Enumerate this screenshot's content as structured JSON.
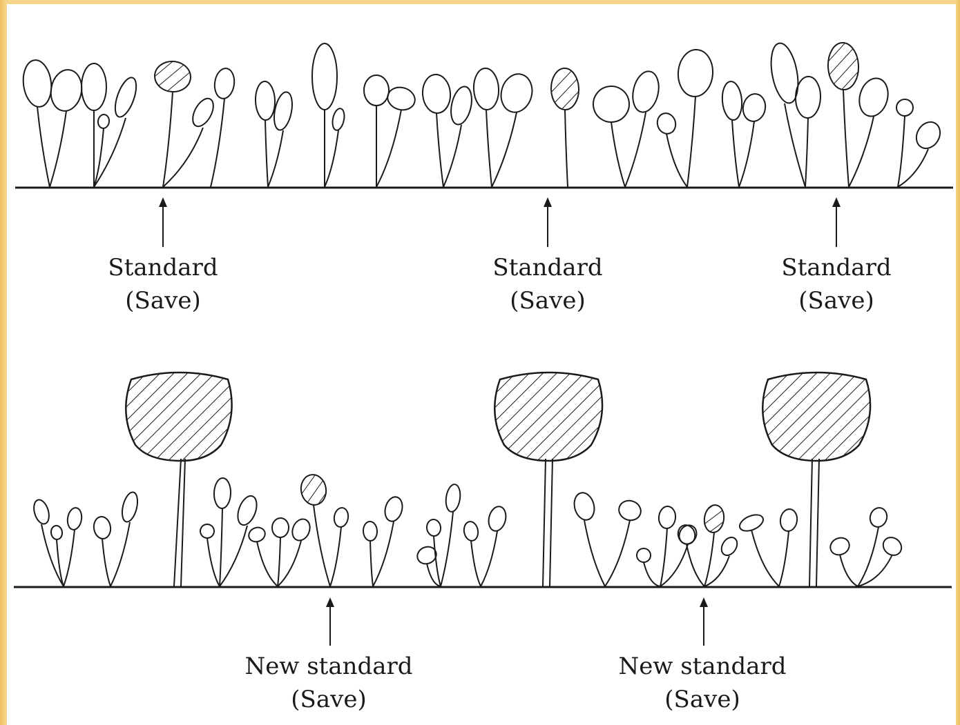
{
  "top_row": {
    "labels": [
      {
        "line1": "Standard",
        "line2": "(Save)"
      },
      {
        "line1": "Standard",
        "line2": "(Save)"
      },
      {
        "line1": "Standard",
        "line2": "(Save)"
      }
    ]
  },
  "bottom_row": {
    "labels": [
      {
        "line1": "New standard",
        "line2": "(Save)"
      },
      {
        "line1": "New standard",
        "line2": "(Save)"
      }
    ]
  },
  "colors": {
    "ink": "#1a1a1a",
    "frame": "#f4cc78",
    "paper": "#ffffff"
  },
  "icons": {
    "plant": "sprout-icon",
    "marked_plant": "hatched-head-plant-icon",
    "arrow": "up-arrow-icon"
  }
}
